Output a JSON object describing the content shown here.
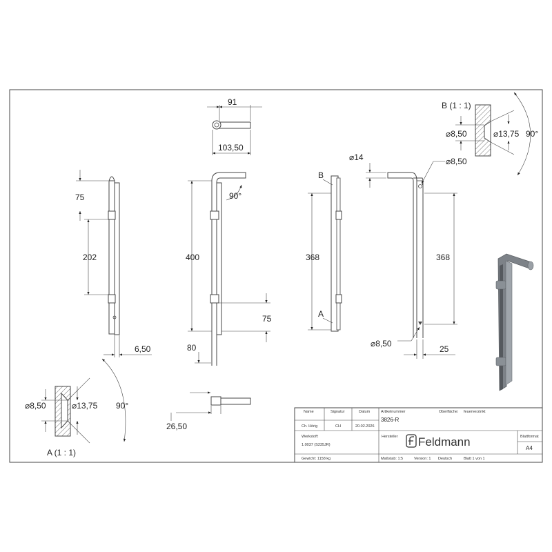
{
  "dimensions": {
    "top_width": "91",
    "top_offset": "103,50",
    "pin_diameter": "⌀14",
    "seg_upper": "75",
    "seg_middle": "202",
    "plate_thickness": "6,50",
    "front_height": "400",
    "angle_top": "90°",
    "front_lower": "75",
    "front_bottom": "80",
    "bottom_offset": "26,50",
    "side_left_height": "368",
    "side_right_height": "368",
    "hole_top": "⌀8,50",
    "hole_bottom": "⌀8,50",
    "edge_offset": "25"
  },
  "details": {
    "A": {
      "label": "A (1 : 1)",
      "marker": "A",
      "inner_diameter": "⌀8,50",
      "outer_diameter": "⌀13,75",
      "angle": "90°"
    },
    "B": {
      "label": "B (1 : 1)",
      "marker": "B",
      "inner_diameter": "⌀8,50",
      "outer_diameter": "⌀13,75",
      "angle": "90°"
    }
  },
  "title_block": {
    "headers": {
      "name": "Name",
      "signature": "Signatur",
      "date": "Datum",
      "article_number": "Artikelnummer",
      "surface": "Oberfläche:"
    },
    "values": {
      "name": "Ch. Hörig",
      "signature": "CH",
      "date": "20.02.2026",
      "article_number": "3826-R",
      "surface": "feuerverzinkt"
    },
    "material_label": "Werkstoff:",
    "material_value": "1.0037 (S235JR)",
    "manufacturer_label": "Hersteller",
    "brand": "Feldmann",
    "sheet_format_label": "Blattformat",
    "sheet_format": "A4",
    "weight": "Gewicht: 1158 kg",
    "scale": "Maßstab: 1:5",
    "version": "Version: 1",
    "language": "Deutsch",
    "sheet": "Blatt 1 von 1"
  }
}
